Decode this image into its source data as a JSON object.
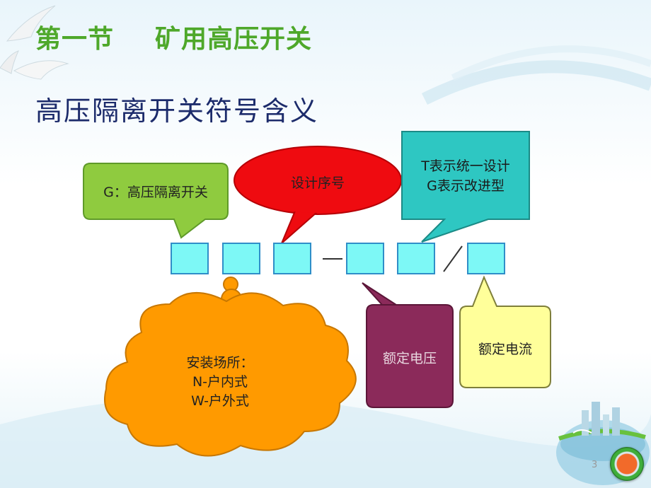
{
  "slide": {
    "section_label": "第一节",
    "section_title": "矿用高压开关",
    "subtitle": "高压隔离开关符号含义",
    "page_number": "3"
  },
  "callouts": {
    "type_code": "G：高压隔离开关",
    "design_seq": "设计序号",
    "design_t": "T表示统一设计",
    "design_g": "G表示改进型",
    "install_title": "安装场所：",
    "install_n": "N-户内式",
    "install_w": "W-户外式",
    "rated_voltage": "额定电压",
    "rated_current": "额定电流"
  },
  "symbol": {
    "dash": "—",
    "slash": "/"
  },
  "colors": {
    "title_green": "#4ea82a",
    "subtitle_navy": "#1c2b6b",
    "box_fill": "#7df8f6",
    "green_callout": "#8fcb3f",
    "red_callout": "#ef0b10",
    "teal_callout": "#2ec7c2",
    "orange_cloud": "#ff9a00",
    "maroon_callout": "#8b2a5a",
    "yellow_callout": "#ffff9a"
  }
}
